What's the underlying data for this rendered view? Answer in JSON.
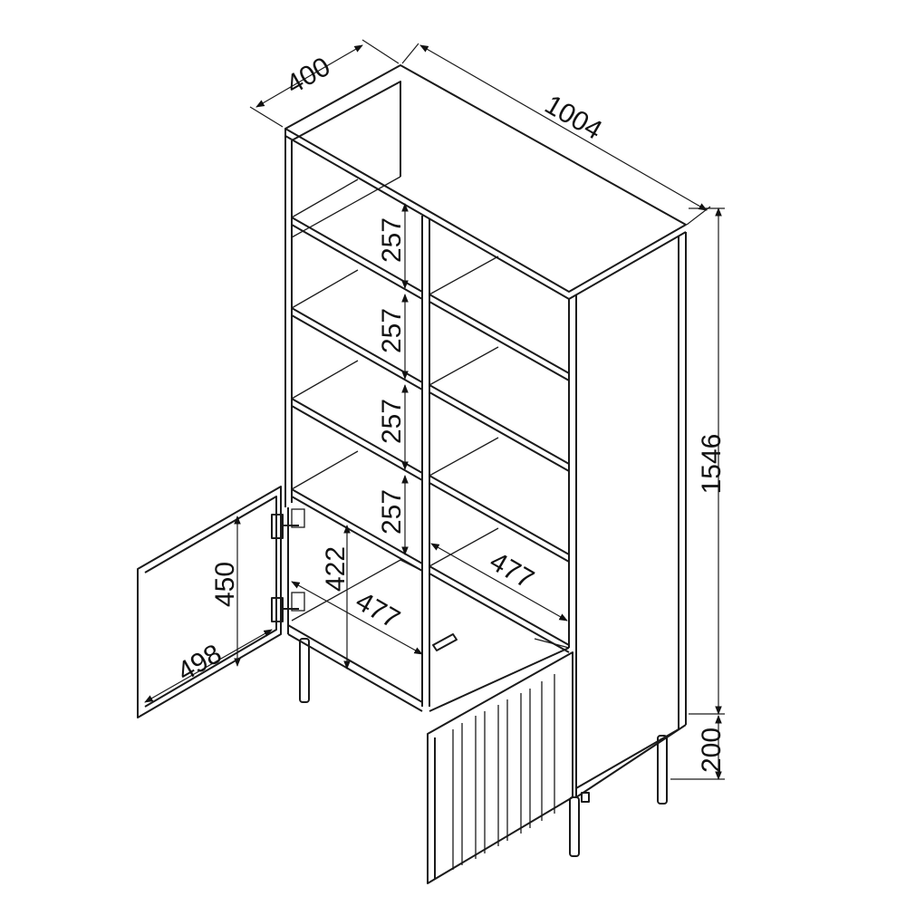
{
  "dimensions": {
    "depth": "400",
    "width": "1004",
    "height": "1546",
    "leg_height": "200",
    "shelf_gap_1": "257",
    "shelf_gap_2": "257",
    "shelf_gap_3": "257",
    "shelf_gap_4": "257",
    "compartment_height": "422",
    "door_height": "450",
    "door_width": "498",
    "inner_width_left": "477",
    "inner_width_right": "477"
  }
}
